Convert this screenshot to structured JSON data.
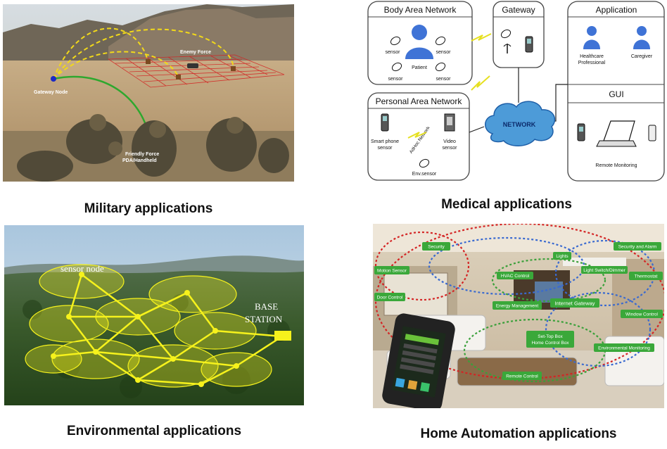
{
  "military": {
    "caption": "Military applications",
    "gateway_label": "Gateway Node",
    "enemy_label": "Enemy Force",
    "friendly_label_1": "Friendly Force",
    "friendly_label_2": "PDA/Handheld"
  },
  "medical": {
    "caption": "Medical applications",
    "ban_title": "Body Area Network",
    "gateway_title": "Gateway",
    "app_title": "Application",
    "pan_title": "Personal Area Network",
    "gui_title": "GUI",
    "sensor": "sensor",
    "patient": "Patient",
    "network": "NETWORK",
    "healthcare_1": "Healthcare",
    "healthcare_2": "Professional",
    "caregiver": "Caregiver",
    "smartphone_1": "Smart phone",
    "smartphone_2": "sensor",
    "adhoc": "AdHoc Network",
    "video_1": "Video",
    "video_2": "sensor",
    "env_sensor": "Env.sensor",
    "remote_monitoring": "Remote Monitoring"
  },
  "environmental": {
    "caption": "Environmental applications",
    "sensor_node": "sensor node",
    "base_1": "BASE",
    "base_2": "STATION"
  },
  "home": {
    "caption": "Home Automation  applications",
    "labels": {
      "security": "Security",
      "lights": "Lights",
      "security_alarm": "Security and Alarm",
      "motion": "Motion Sensor",
      "hvac": "HVAC Control",
      "light_switch": "Light Switch/Dimmer",
      "thermostat": "Thermostat",
      "door": "Door Control",
      "energy": "Energy Management",
      "gateway": "Internet Gateway",
      "window": "Window Control",
      "settop_1": "Set-Top Box",
      "settop_2": "Home Control Box",
      "env_monitoring": "Environmental Monitoring",
      "remote": "Remote Control"
    }
  }
}
